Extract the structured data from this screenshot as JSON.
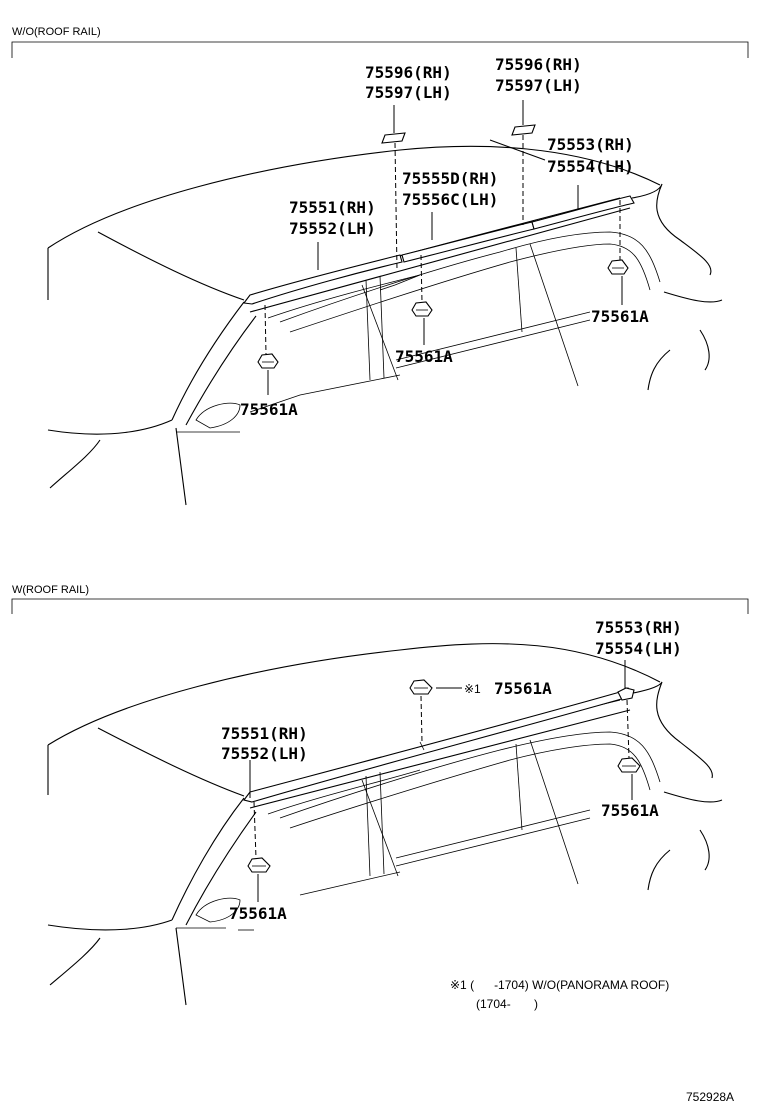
{
  "sections": {
    "top": {
      "title": "W/O(ROOF RAIL)",
      "labels": {
        "pad_a_rh": "75596(RH)",
        "pad_a_lh": "75597(LH)",
        "pad_b_rh": "75596(RH)",
        "pad_b_lh": "75597(LH)",
        "rear_rh": "75553(RH)",
        "rear_lh": "75554(LH)",
        "center_rh": "75555D(RH)",
        "center_lh": "75556C(LH)",
        "front_rh": "75551(RH)",
        "front_lh": "75552(LH)",
        "clip_rear": "75561A",
        "clip_center": "75561A",
        "clip_front": "75561A"
      }
    },
    "bottom": {
      "title": "W(ROOF RAIL)",
      "labels": {
        "rear_rh": "75553(RH)",
        "rear_lh": "75554(LH)",
        "clip_top_mark": "※1",
        "clip_top": "75561A",
        "front_rh": "75551(RH)",
        "front_lh": "75552(LH)",
        "clip_rear": "75561A",
        "clip_front": "75561A"
      }
    }
  },
  "footnote": {
    "line1": "※1 (      -1704) W/O(PANORAMA ROOF)",
    "line2": "(1704-       )"
  },
  "diagram_code": "752928A"
}
